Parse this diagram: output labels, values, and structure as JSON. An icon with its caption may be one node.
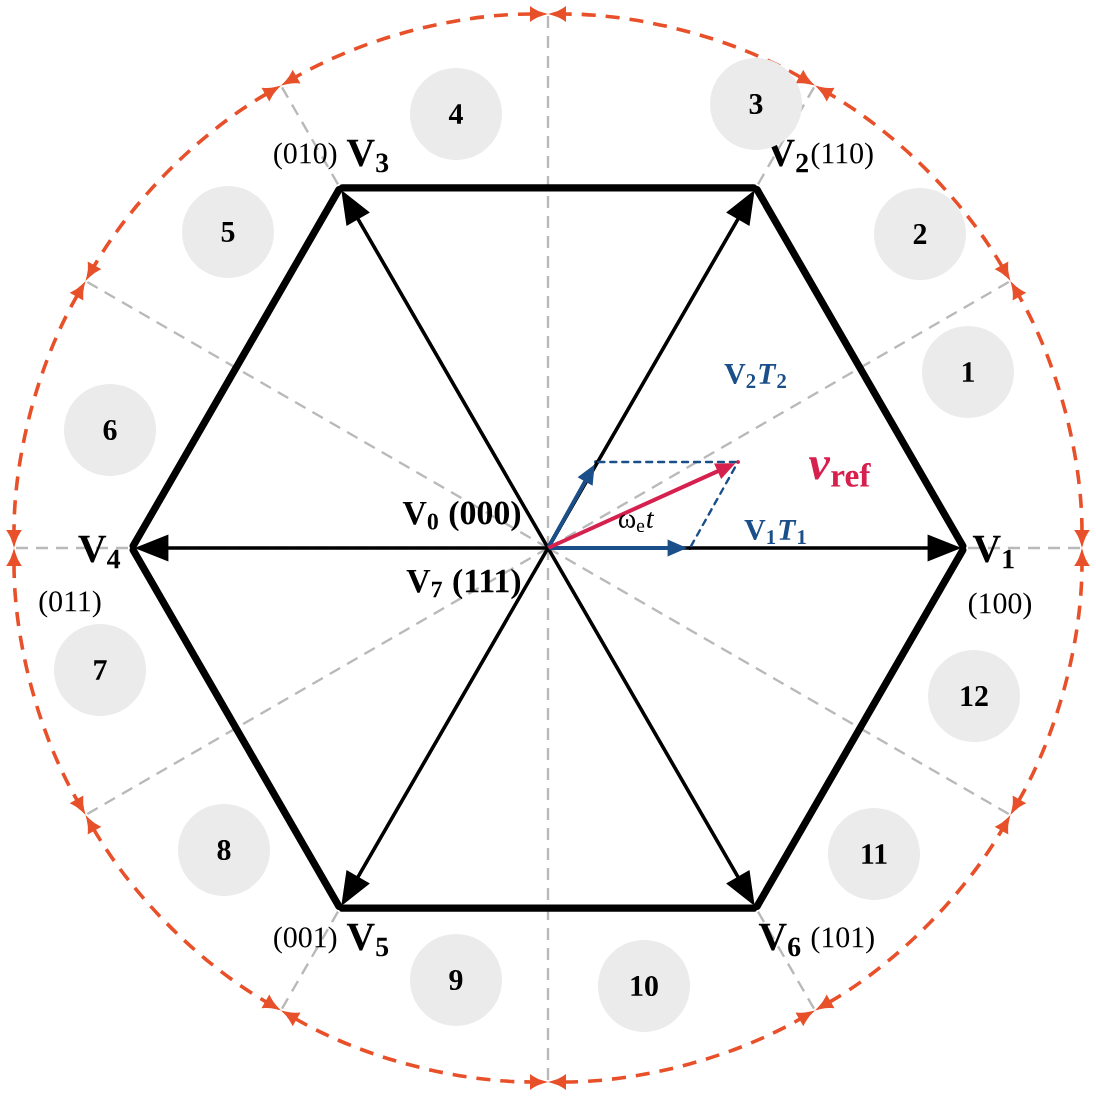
{
  "diagram": {
    "nodes": [
      {
        "text": [],
        "shape": "point",
        "beside": [
          "V$_{0}$ (000)",
          "V$_{7}$ (111)"
        ]
      },
      {
        "text": [],
        "shape": "point",
        "beside": [
          "V$_{1}$",
          "(100)"
        ]
      },
      {
        "text": [],
        "shape": "point",
        "beside": [
          "V$_{2}$",
          "(110)"
        ]
      },
      {
        "text": [],
        "shape": "point",
        "beside": [
          "V$_{3}$",
          "(010)"
        ]
      },
      {
        "text": [],
        "shape": "point",
        "beside": [
          "V$_{4}$",
          "(011)"
        ]
      },
      {
        "text": [],
        "shape": "point",
        "beside": [
          "V$_{5}$",
          "(001)"
        ]
      },
      {
        "text": [],
        "shape": "point",
        "beside": [
          "V$_{6}$",
          "(101)"
        ]
      },
      {
        "text": [
          "1"
        ]
      },
      {
        "text": [
          "2"
        ]
      },
      {
        "text": [
          "3"
        ]
      },
      {
        "text": [
          "4"
        ]
      },
      {
        "text": [
          "5"
        ]
      },
      {
        "text": [
          "6"
        ]
      },
      {
        "text": [
          "7"
        ]
      },
      {
        "text": [
          "8"
        ]
      },
      {
        "text": [
          "9"
        ]
      },
      {
        "text": [
          "10"
        ]
      },
      {
        "text": [
          "11"
        ]
      },
      {
        "text": [
          "12"
        ]
      },
      {
        "text": [],
        "shape": "point"
      },
      {
        "text": [],
        "shape": "point"
      },
      {
        "text": [],
        "shape": "point"
      }
    ],
    "edges": [
      {
        "from": 0,
        "to": 1,
        "arrow": "to"
      },
      {
        "from": 0,
        "to": 2,
        "arrow": "to"
      },
      {
        "from": 0,
        "to": 3,
        "arrow": "to"
      },
      {
        "from": 0,
        "to": 4,
        "arrow": "to"
      },
      {
        "from": 0,
        "to": 5,
        "arrow": "to"
      },
      {
        "from": 0,
        "to": 6,
        "arrow": "to"
      },
      {
        "from": 1,
        "to": 2,
        "arrow": "none",
        "style": "thick"
      },
      {
        "from": 2,
        "to": 3,
        "arrow": "none",
        "style": "thick"
      },
      {
        "from": 3,
        "to": 4,
        "arrow": "none",
        "style": "thick"
      },
      {
        "from": 4,
        "to": 5,
        "arrow": "none",
        "style": "thick"
      },
      {
        "from": 5,
        "to": 6,
        "arrow": "none",
        "style": "thick"
      },
      {
        "from": 6,
        "to": 1,
        "arrow": "none",
        "style": "thick"
      },
      {
        "from": 0,
        "to": 19,
        "arrow": "to",
        "color": "#1b4f8a"
      },
      {
        "from": 0,
        "to": 20,
        "arrow": "to",
        "color": "#1b4f8a"
      },
      {
        "from": 0,
        "to": 21,
        "arrow": "to",
        "color": "#d6204e"
      },
      {
        "from": 20,
        "to": 21,
        "arrow": "none",
        "style": "dashed",
        "color": "#1b4f8a"
      },
      {
        "from": 19,
        "to": 21,
        "arrow": "none",
        "style": "dashed",
        "color": "#1b4f8a"
      }
    ],
    "labels": [
      "V$_{2}$*T*$_{2}$",
      "*v*$_{ref}$",
      "ω$_{e}$*t*",
      "V$_{1}$*T*$_{1}$"
    ]
  }
}
